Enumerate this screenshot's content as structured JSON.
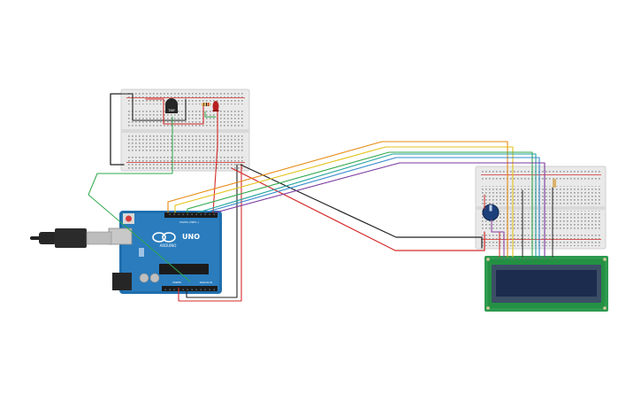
{
  "arduino": {
    "logo": "ARDUINO",
    "model": "UNO",
    "label_digital": "DIGITAL (PWM~)",
    "label_analog": "ANALOG IN",
    "label_power": "POWER"
  },
  "sensor": {
    "label": "TMP"
  },
  "colors": {
    "wire_black": "#222222",
    "wire_red": "#d42b2b",
    "wire_green": "#2ea84a",
    "wire_orange": "#e88a12",
    "wire_yellow": "#e3c21a",
    "wire_teal": "#23a3a0",
    "wire_blue": "#3488cc",
    "wire_purple": "#7a3aa0",
    "arduino_board": "#1f6fae",
    "lcd_board": "#2d9a4f",
    "lcd_screen": "#1b2c4e",
    "breadboard": "#e8e8e8"
  },
  "icons": [
    "usb-cable-icon",
    "potentiometer-icon",
    "led-icon",
    "resistor-icon",
    "temperature-sensor-icon",
    "lcd-display-icon"
  ]
}
